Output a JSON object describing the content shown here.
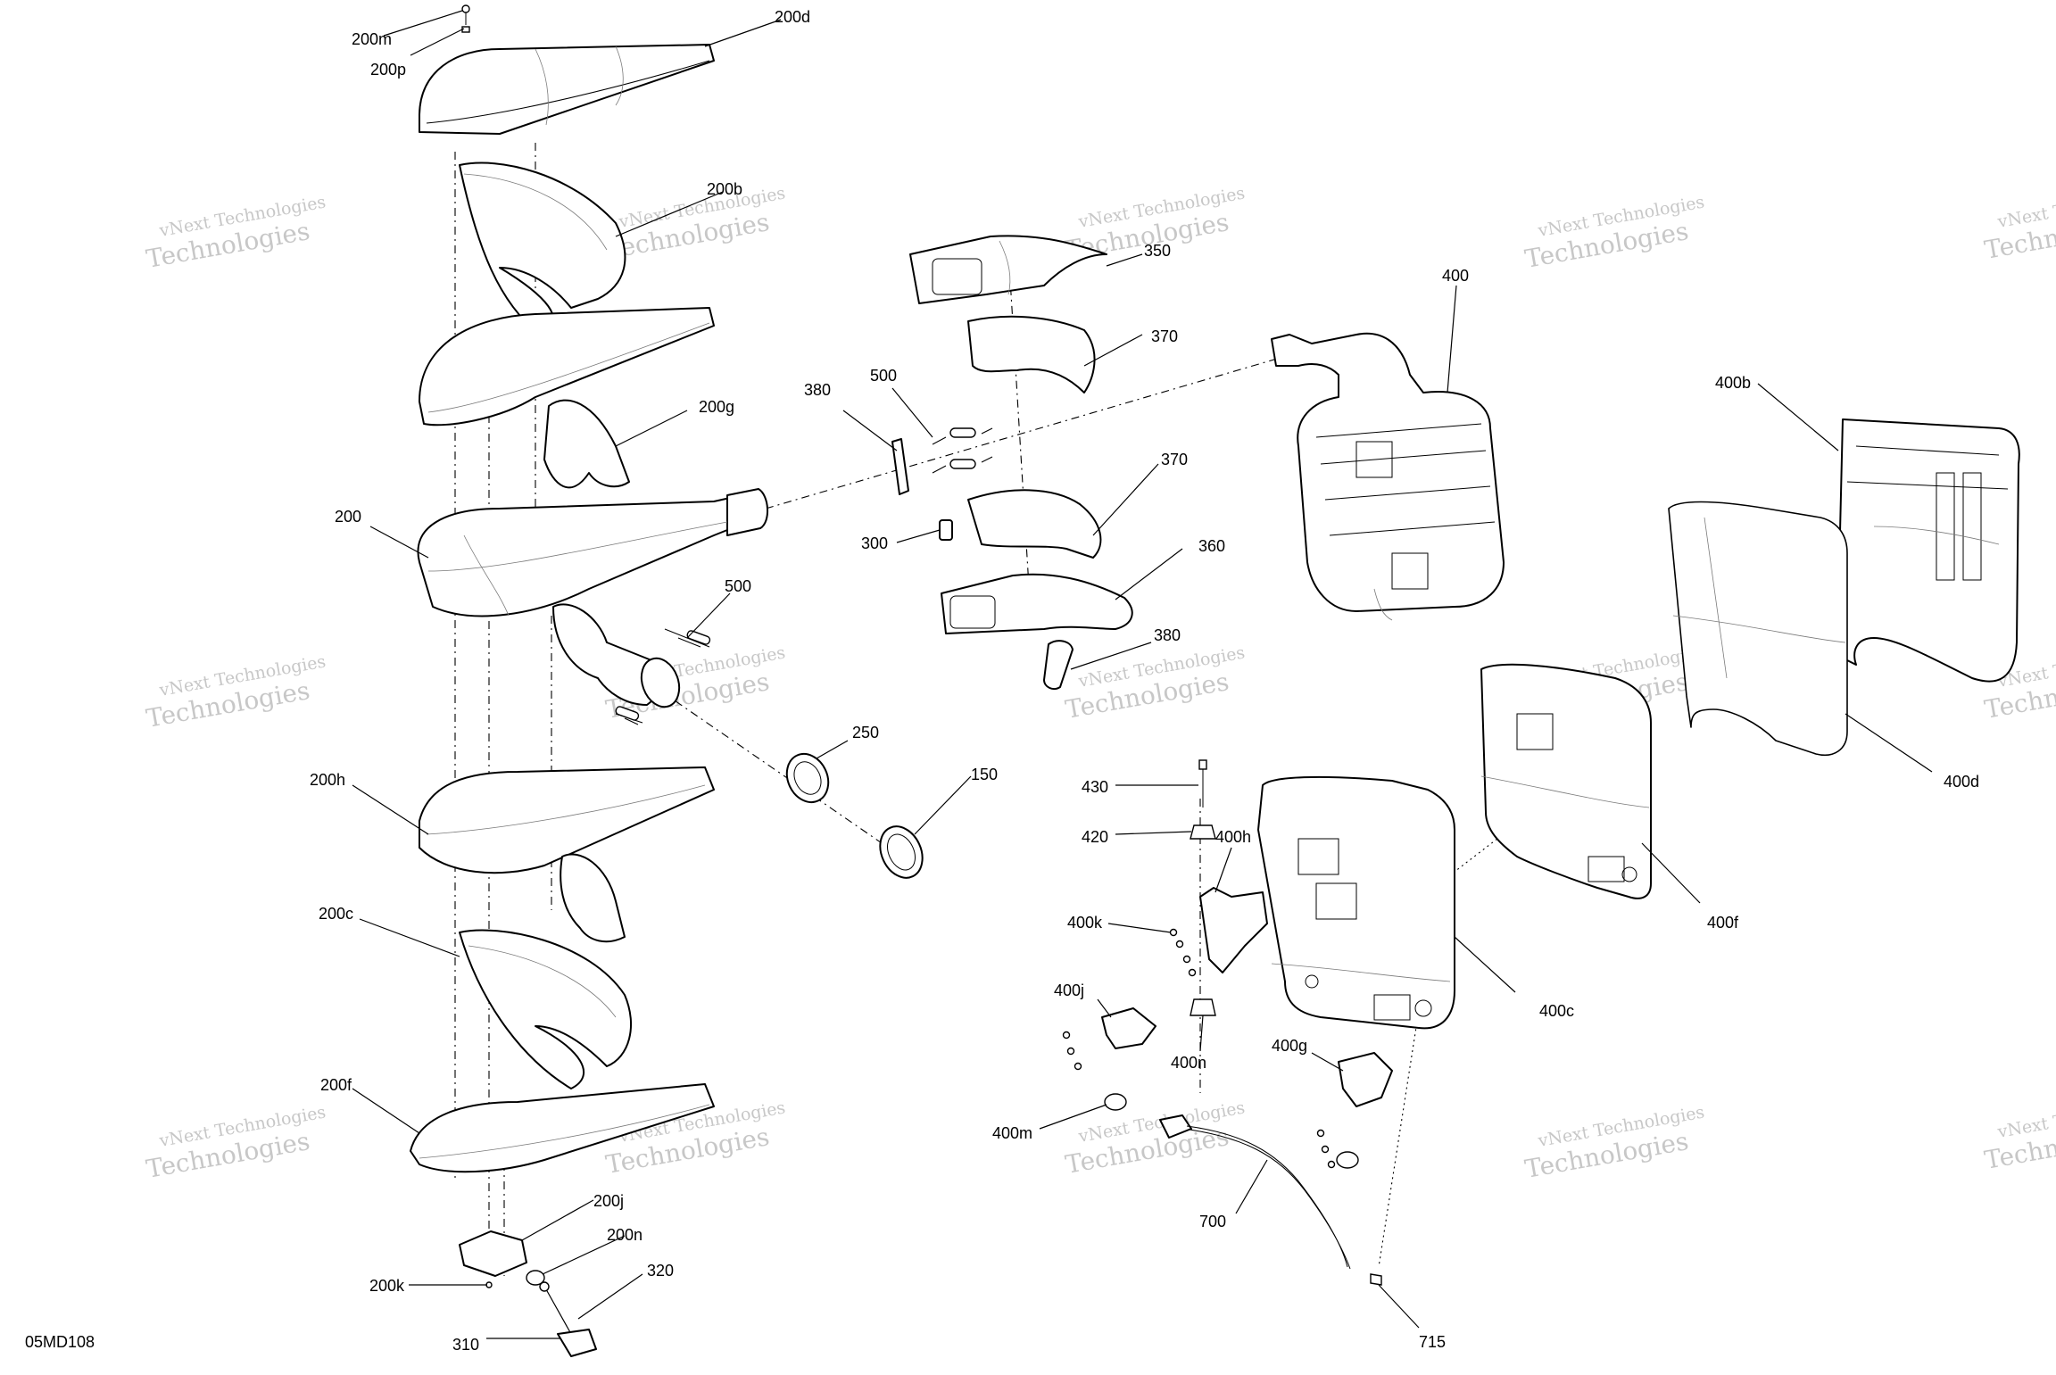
{
  "diagram": {
    "code": "05MD108",
    "watermark_line1": "vNext Technologies",
    "watermark_line2": "Technologies",
    "labels": {
      "200m": "200m",
      "200p": "200p",
      "200d": "200d",
      "200b": "200b",
      "200g": "200g",
      "200": "200",
      "500a": "500",
      "500b": "500",
      "380a": "380",
      "380b": "380",
      "350": "350",
      "370a": "370",
      "370b": "370",
      "360": "360",
      "300": "300",
      "250": "250",
      "150": "150",
      "200h": "200h",
      "200c": "200c",
      "200f": "200f",
      "200j": "200j",
      "200n": "200n",
      "200k": "200k",
      "320": "320",
      "310": "310",
      "400": "400",
      "400b": "400b",
      "400d": "400d",
      "400f": "400f",
      "400c": "400c",
      "430": "430",
      "420": "420",
      "400h": "400h",
      "400k": "400k",
      "400j": "400j",
      "400n": "400n",
      "400g": "400g",
      "400m": "400m",
      "700": "700",
      "715": "715"
    }
  }
}
